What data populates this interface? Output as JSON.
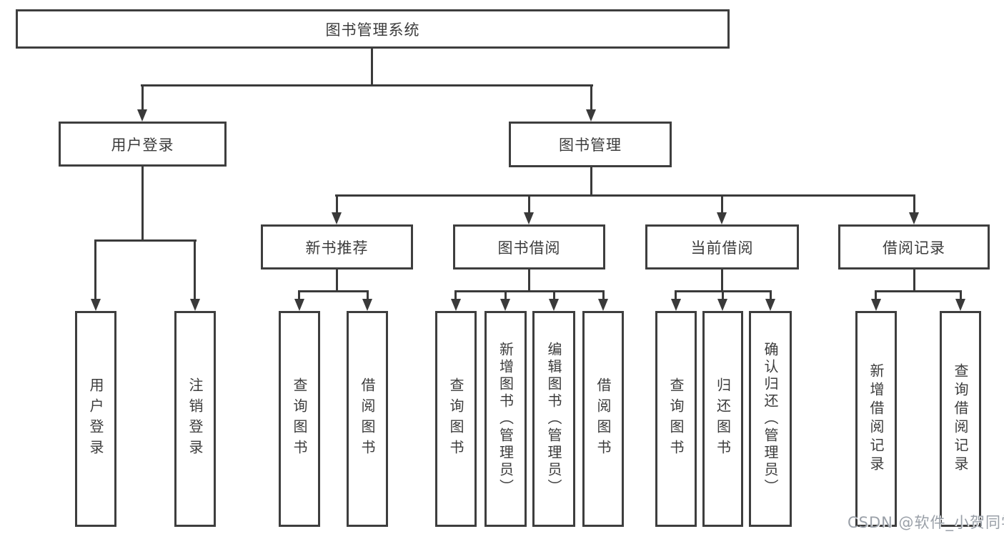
{
  "diagram_title": "图书管理系统",
  "nodes": {
    "root": {
      "label": "图书管理系统"
    },
    "user_login": {
      "label": "用户登录"
    },
    "book_mgmt": {
      "label": "图书管理"
    },
    "new_book_rec": {
      "label": "新书推荐"
    },
    "book_borrow": {
      "label": "图书借阅"
    },
    "current_borrow": {
      "label": "当前借阅"
    },
    "borrow_records": {
      "label": "借阅记录"
    },
    "ul_user_login": {
      "label": "用户登录"
    },
    "ul_logout": {
      "label": "注销登录"
    },
    "nbr_query_books": {
      "label": "查询图书"
    },
    "nbr_borrow_books": {
      "label": "借阅图书"
    },
    "bb_query_books": {
      "label": "查询图书"
    },
    "bb_add_books": {
      "label": "新增图书（管理员）"
    },
    "bb_edit_books": {
      "label": "编辑图书（管理员）"
    },
    "bb_borrow_books": {
      "label": "借阅图书"
    },
    "cb_query_books": {
      "label": "查询图书"
    },
    "cb_return_books": {
      "label": "归还图书"
    },
    "cb_confirm_return": {
      "label": "确认归还（管理员）"
    },
    "br_add_record": {
      "label": "新增借阅记录"
    },
    "br_query_record": {
      "label": "查询借阅记录"
    }
  },
  "edges": [
    [
      "root",
      "user_login"
    ],
    [
      "root",
      "book_mgmt"
    ],
    [
      "user_login",
      "ul_user_login"
    ],
    [
      "user_login",
      "ul_logout"
    ],
    [
      "book_mgmt",
      "new_book_rec"
    ],
    [
      "book_mgmt",
      "book_borrow"
    ],
    [
      "book_mgmt",
      "current_borrow"
    ],
    [
      "book_mgmt",
      "borrow_records"
    ],
    [
      "new_book_rec",
      "nbr_query_books"
    ],
    [
      "new_book_rec",
      "nbr_borrow_books"
    ],
    [
      "book_borrow",
      "bb_query_books"
    ],
    [
      "book_borrow",
      "bb_add_books"
    ],
    [
      "book_borrow",
      "bb_edit_books"
    ],
    [
      "book_borrow",
      "bb_borrow_books"
    ],
    [
      "current_borrow",
      "cb_query_books"
    ],
    [
      "current_borrow",
      "cb_return_books"
    ],
    [
      "current_borrow",
      "cb_confirm_return"
    ],
    [
      "borrow_records",
      "br_add_record"
    ],
    [
      "borrow_records",
      "br_query_record"
    ]
  ],
  "watermark": {
    "text": "CSDN @软件_小贺同学"
  },
  "colors": {
    "background": "#ffffff",
    "box_border": "#3e3e3e",
    "connector_line": "#3a3a3a",
    "text": "#3c3c3c",
    "watermark_text": "#9aa0a8"
  }
}
